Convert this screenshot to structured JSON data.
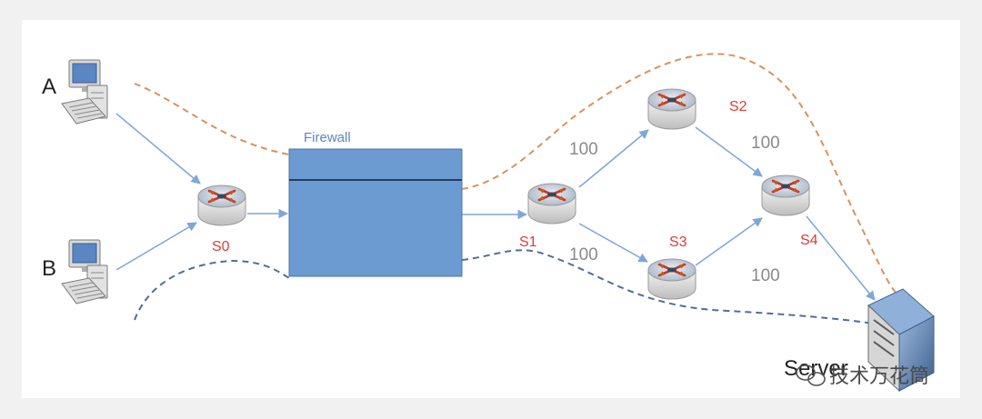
{
  "diagram": {
    "hosts": [
      {
        "id": "A",
        "label": "A"
      },
      {
        "id": "B",
        "label": "B"
      }
    ],
    "firewall": {
      "label": "Firewall"
    },
    "switches": [
      {
        "id": "S0",
        "label": "S0"
      },
      {
        "id": "S1",
        "label": "S1"
      },
      {
        "id": "S2",
        "label": "S2"
      },
      {
        "id": "S3",
        "label": "S3"
      },
      {
        "id": "S4",
        "label": "S4"
      }
    ],
    "link_weights": [
      "100",
      "100",
      "100",
      "100"
    ],
    "server": {
      "label": "Server"
    },
    "watermark": {
      "text": "技术万花筒"
    },
    "colors": {
      "link": "#7ea6d8",
      "firewall_fill": "#6c9bd1",
      "firewall_border": "#4a76ad",
      "path_orange": "#d9925a",
      "path_blue": "#4f6e9a",
      "switch_label": "#e03a3a",
      "weight_label": "#8a8a8a"
    }
  }
}
